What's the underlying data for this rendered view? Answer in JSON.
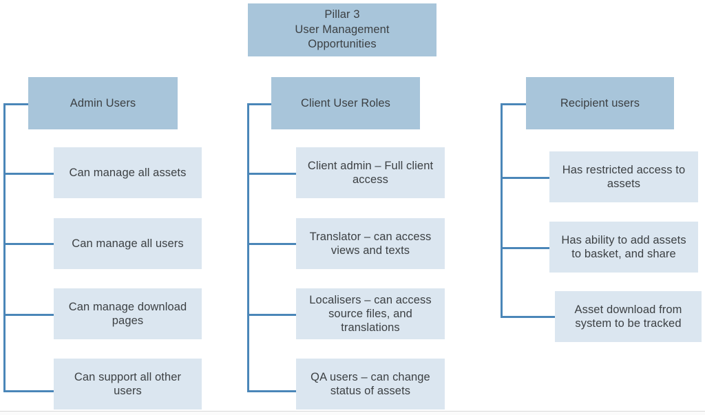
{
  "diagram": {
    "title_box": {
      "line1": "Pillar 3",
      "line2": "User Management",
      "line3": "Opportunities",
      "text": "Pillar 3\nUser Management\nOpportunities"
    },
    "colors": {
      "header_fill": "#a8c5da",
      "leaf_fill": "#dbe6f0",
      "connector_line": "#4a86b8",
      "text": "#3c4043",
      "page_background": "#ffffff"
    },
    "columns": [
      {
        "id": "admin-users",
        "header": "Admin Users",
        "items": [
          "Can manage all assets",
          "Can manage all users",
          "Can manage download pages",
          "Can support all other users"
        ]
      },
      {
        "id": "client-user-roles",
        "header": "Client User Roles",
        "items": [
          "Client admin – Full client access",
          "Translator – can access views and texts",
          "Localisers – can access source files, and translations",
          "QA users – can change status of assets"
        ]
      },
      {
        "id": "recipient-users",
        "header": "Recipient users",
        "items": [
          "Has restricted access to assets",
          "Has ability to add assets to basket, and share",
          "Asset download from system to be tracked"
        ]
      }
    ]
  }
}
